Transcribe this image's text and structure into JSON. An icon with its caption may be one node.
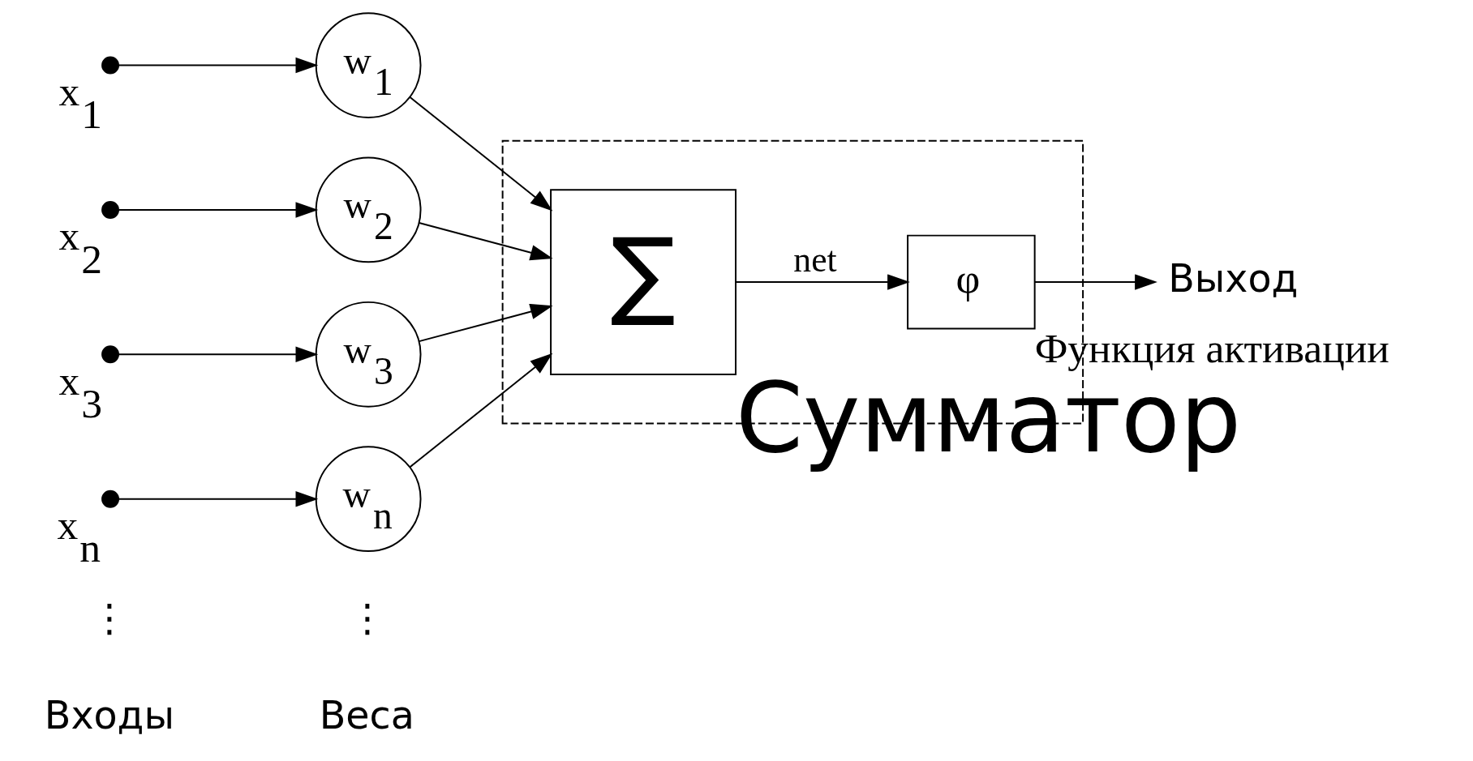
{
  "diagram": {
    "nodes": [
      {
        "text": [],
        "shape": "circle",
        "beside": [
          "x$_{1}$"
        ]
      },
      {
        "text": [],
        "shape": "circle",
        "beside": [
          "x$_{2}$"
        ]
      },
      {
        "text": [],
        "shape": "circle",
        "beside": [
          "x$_{3}$"
        ]
      },
      {
        "text": [],
        "shape": "circle",
        "beside": [
          "x$_{n}$"
        ]
      },
      {
        "text": [
          "w$_{1}$"
        ]
      },
      {
        "text": [
          "w$_{2}$"
        ]
      },
      {
        "text": [
          "w$_{3}$"
        ]
      },
      {
        "text": [
          "w$_{n}$"
        ]
      },
      {
        "text": [],
        "shape": "box"
      },
      {
        "text": [
          "∑"
        ],
        "in": 8,
        "beside": [
          "Сумматор"
        ]
      },
      {
        "text": [
          "φ"
        ],
        "in": 8,
        "beside": [
          "Функция активации"
        ]
      },
      {
        "text": [
          "Выход"
        ]
      }
    ],
    "edges": [
      {
        "from": 0,
        "to": 4,
        "arrow": "to"
      },
      {
        "from": 1,
        "to": 5,
        "arrow": "to"
      },
      {
        "from": 2,
        "to": 6,
        "arrow": "to"
      },
      {
        "from": 3,
        "to": 7,
        "arrow": "to"
      },
      {
        "from": 4,
        "to": 9,
        "arrow": "to"
      },
      {
        "from": 5,
        "to": 9,
        "arrow": "to"
      },
      {
        "from": 6,
        "to": 9,
        "arrow": "to"
      },
      {
        "from": 7,
        "to": 9,
        "arrow": "to"
      },
      {
        "from": 9,
        "to": 10,
        "arrow": "to",
        "label": "net"
      },
      {
        "from": 10,
        "to": 11,
        "arrow": "to"
      }
    ],
    "labels": [
      "Входы",
      "Веса",
      "⋮",
      "⋮"
    ]
  }
}
